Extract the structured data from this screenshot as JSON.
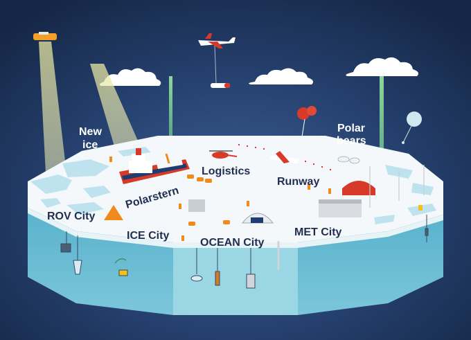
{
  "labels": {
    "new_ice_line1": "New",
    "new_ice_line2": "ice",
    "polar_bears_line1": "Polar",
    "polar_bears_line2": "bears",
    "logistics": "Logistics",
    "runway": "Runway",
    "polarstern": "Polarstern",
    "rov_city": "ROV City",
    "ice_city": "ICE City",
    "ocean_city": "OCEAN City",
    "met_city": "MET City"
  },
  "colors": {
    "sky_top": "#16284a",
    "sky_mid": "#2a4678",
    "ice_top": "#f4f8fb",
    "water_side": "#5fb6cf",
    "water_deep": "#8fd0e0",
    "accent_orange": "#f18a1c",
    "accent_red": "#d83a2a",
    "label_dark": "#1f2d4f"
  }
}
